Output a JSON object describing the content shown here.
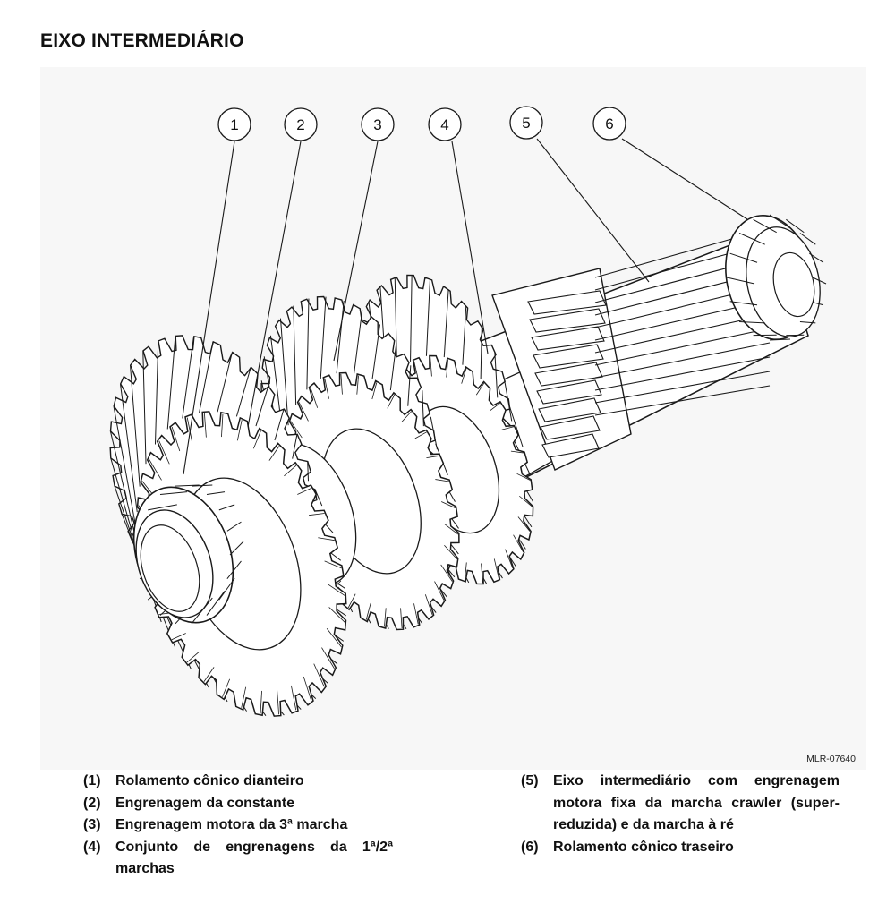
{
  "title": "EIXO INTERMEDIÁRIO",
  "figure_code": "MLR-07640",
  "callouts": [
    "1",
    "2",
    "3",
    "4",
    "5",
    "6"
  ],
  "legend_left": [
    {
      "num": "(1)",
      "text": "Rolamento cônico dianteiro"
    },
    {
      "num": "(2)",
      "text": "Engrenagem da constante"
    },
    {
      "num": "(3)",
      "text": "Engrenagem motora da 3ª marcha"
    },
    {
      "num": "(4)",
      "text": "Conjunto de engrenagens da 1ª/2ª marchas"
    }
  ],
  "legend_right": [
    {
      "num": "(5)",
      "text": "Eixo intermediário com engrenagem motora fixa da marcha crawler (super-reduzida) e da marcha à ré"
    },
    {
      "num": "(6)",
      "text": "Rolamento cônico traseiro"
    }
  ]
}
